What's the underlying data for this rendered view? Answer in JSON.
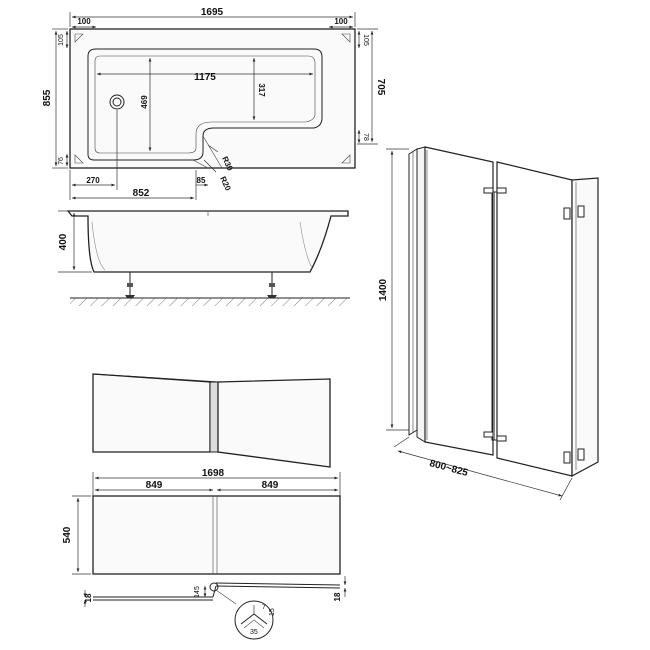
{
  "plan": {
    "overall_width": "1695",
    "rim_left": "100",
    "rim_right": "100",
    "inner_length": "1175",
    "left_top_rim": "105",
    "right_top_rim": "105",
    "overall_depth": "855",
    "narrow_depth": "705",
    "internal_depth_left": "469",
    "internal_depth_right": "317",
    "bottom_left_rim": "76",
    "bottom_right_rim": "78",
    "radius_outer": "R30",
    "radius_inner": "R20",
    "waste_offset": "270",
    "wide_section": "852",
    "bend_offset": "85"
  },
  "side": {
    "height": "400"
  },
  "panel_dims": {
    "total": "1698",
    "left": "849",
    "right": "849",
    "height": "540",
    "thickness_left": "18",
    "thickness_right": "18",
    "offset": "145",
    "detail_a": "7",
    "detail_b": "15",
    "detail_c": "35"
  },
  "screen": {
    "height": "1400",
    "width_range": "800~825"
  }
}
